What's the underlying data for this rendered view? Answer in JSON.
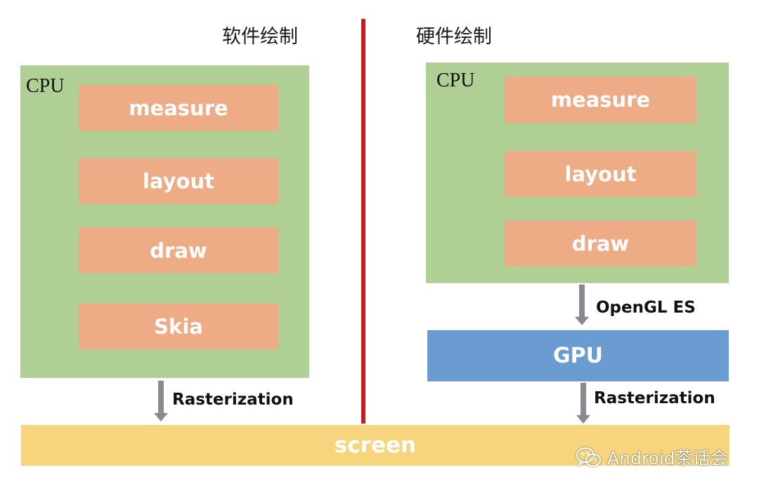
{
  "software": {
    "title": "软件绘制",
    "cpu_label": "CPU",
    "steps": [
      "measure",
      "layout",
      "draw",
      "Skia"
    ],
    "arrow_label": "Rasterization"
  },
  "hardware": {
    "title": "硬件绘制",
    "cpu_label": "CPU",
    "steps": [
      "measure",
      "layout",
      "draw"
    ],
    "arrow_to_gpu_label": "OpenGL ES",
    "gpu_label": "GPU",
    "arrow_label": "Rasterization"
  },
  "screen_label": "screen",
  "watermark": "Android茶话会",
  "colors": {
    "cpu_panel": "#b0cf95",
    "step_box": "#eeac86",
    "gpu_bar": "#6a9bd1",
    "screen_bar": "#f6d57d",
    "divider": "#c81b1b",
    "arrow": "#858b91"
  },
  "icons": {
    "watermark_logo": "wechat-icon"
  }
}
